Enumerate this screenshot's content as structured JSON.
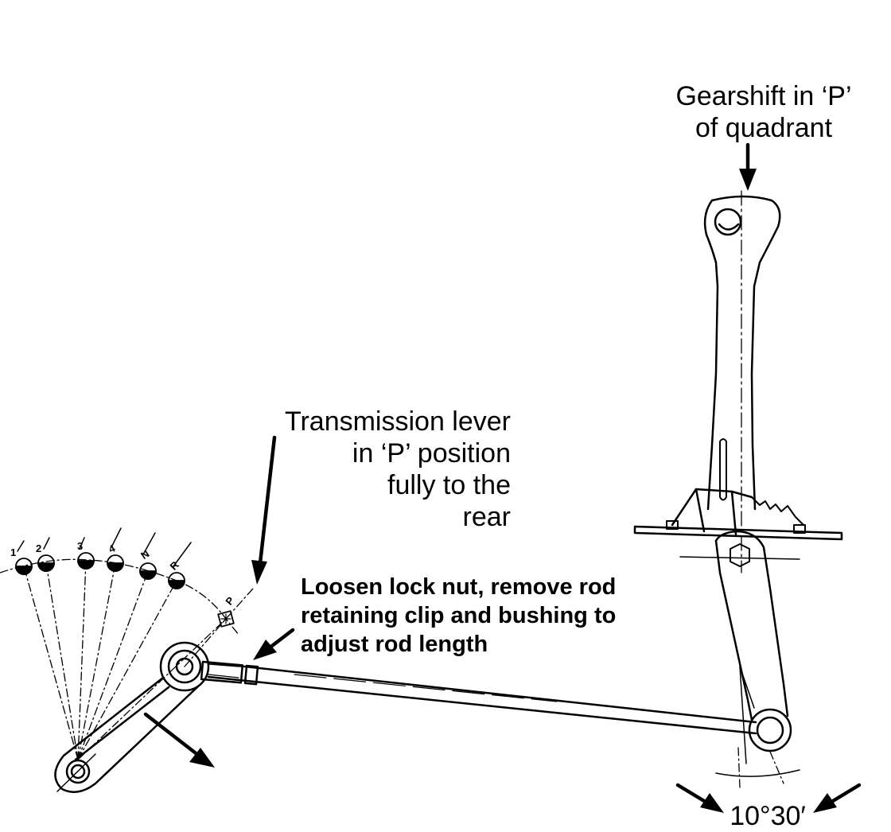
{
  "labels": {
    "gearshift": {
      "line1": "Gearshift in ‘P’",
      "line2": "of quadrant"
    },
    "transmission": {
      "line1": "Transmission lever",
      "line2": "in ‘P’ position",
      "line3": "fully to the",
      "line4": "rear"
    },
    "loosen": {
      "line1": "Loosen lock nut, remove rod",
      "line2": "retaining clip and bushing to",
      "line3": "adjust rod length"
    },
    "angle": "10°30′"
  },
  "positions": [
    "1",
    "2",
    "3",
    "4",
    "N",
    "R",
    "P"
  ]
}
